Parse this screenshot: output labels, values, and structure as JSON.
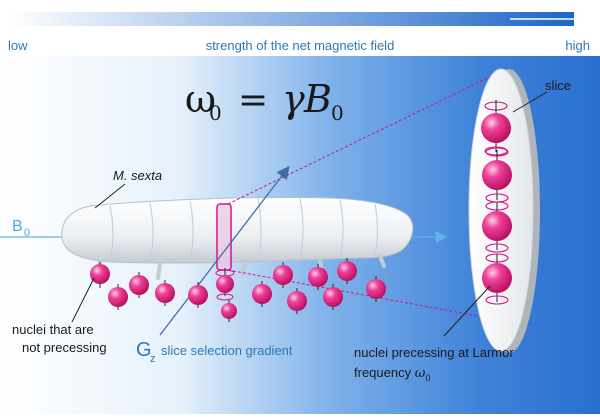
{
  "header": {
    "low_label": "low",
    "title": "strength of the net magnetic field",
    "high_label": "high"
  },
  "equation": {
    "omega": "ω",
    "omega_sub": "0",
    "equals": "=",
    "gamma": "γ",
    "B": "B",
    "B_sub": "0"
  },
  "labels": {
    "specimen": "M. sexta",
    "field": "B",
    "field_sub": "0",
    "slice": "slice",
    "not_precessing_line1": "nuclei that are",
    "not_precessing_line2": "not precessing",
    "gradient_symbol": "G",
    "gradient_sub": "z",
    "gradient_text": "slice selection gradient",
    "precessing_line1": "nuclei precessing at Larmor",
    "precessing_line2": "frequency ",
    "precessing_omega": "ω",
    "precessing_omega_sub": "0"
  },
  "colors": {
    "gradient_start": "#ffffff",
    "gradient_end": "#2a6fd0",
    "header_blue": "#2a7ab8",
    "nucleus_pink": "#e8147a",
    "field_arrow": "#5fb3e6",
    "text_dark": "#1a1a1a"
  }
}
